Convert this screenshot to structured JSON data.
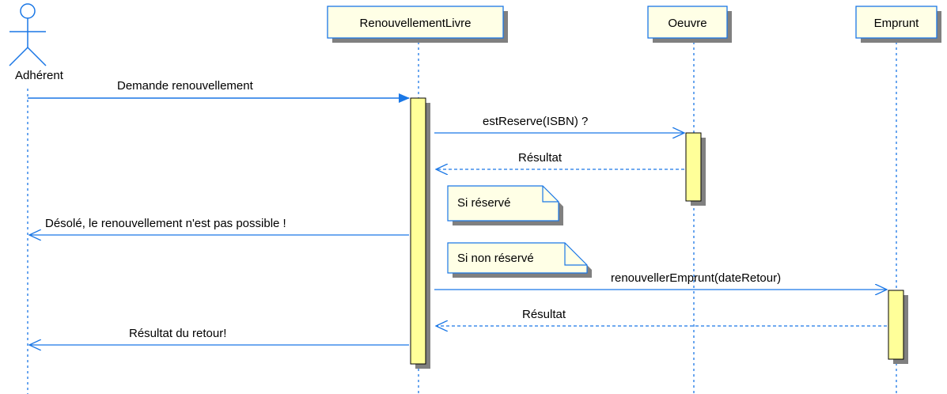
{
  "diagram_type": "UML sequence diagram",
  "colors": {
    "line": "#1a77e6",
    "lifeline": "#1a77e6",
    "box_fill": "#ffffe6",
    "activation_fill": "#ffff99",
    "note_fill": "#ffffe6",
    "shadow": "#808080",
    "text": "#000000"
  },
  "actor": {
    "name": "Adhérent",
    "icon": "stick-figure-icon"
  },
  "participants": [
    {
      "name": "RenouvellementLivre"
    },
    {
      "name": "Oeuvre"
    },
    {
      "name": "Emprunt"
    }
  ],
  "messages": [
    {
      "label": "Demande renouvellement",
      "from": "Adhérent",
      "to": "RenouvellementLivre",
      "kind": "sync-call"
    },
    {
      "label": "estReserve(ISBN) ?",
      "from": "RenouvellementLivre",
      "to": "Oeuvre",
      "kind": "call"
    },
    {
      "label": "Résultat",
      "from": "Oeuvre",
      "to": "RenouvellementLivre",
      "kind": "return"
    },
    {
      "label": "Désolé, le renouvellement n'est pas possible !",
      "from": "RenouvellementLivre",
      "to": "Adhérent",
      "kind": "reply"
    },
    {
      "label": "renouvellerEmprunt(dateRetour)",
      "from": "RenouvellementLivre",
      "to": "Emprunt",
      "kind": "call"
    },
    {
      "label": "Résultat",
      "from": "Emprunt",
      "to": "RenouvellementLivre",
      "kind": "return"
    },
    {
      "label": "Résultat du retour!",
      "from": "RenouvellementLivre",
      "to": "Adhérent",
      "kind": "reply"
    }
  ],
  "notes": [
    {
      "text": "Si réservé"
    },
    {
      "text": "Si non réservé"
    }
  ]
}
